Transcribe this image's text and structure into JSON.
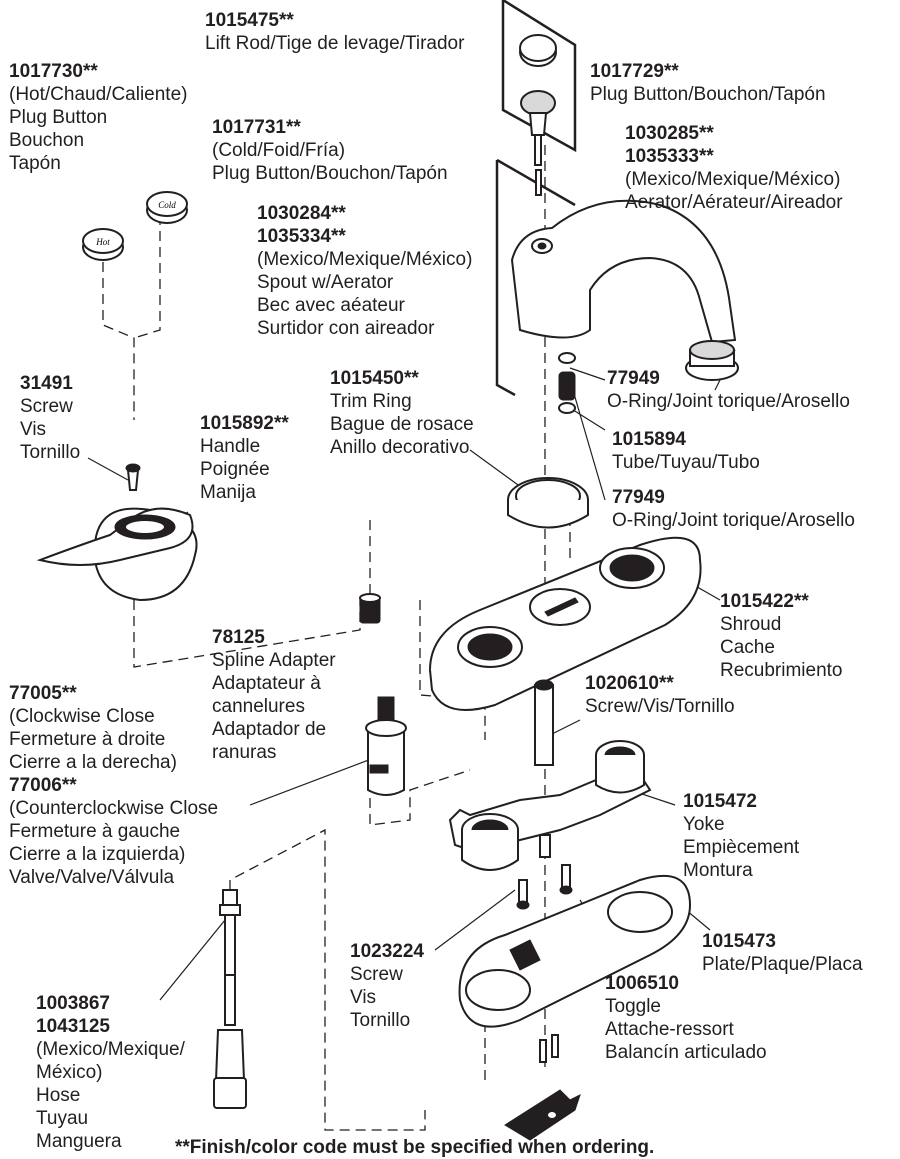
{
  "parts": [
    {
      "id": "lift-rod",
      "lines": [
        {
          "t": "1015475**",
          "b": true
        },
        {
          "t": "Lift Rod/Tige de levage/Tirador"
        }
      ]
    },
    {
      "id": "hot-plug-button",
      "lines": [
        {
          "t": "1017730**",
          "b": true
        },
        {
          "t": "(Hot/Chaud/Caliente)"
        },
        {
          "t": "Plug Button"
        },
        {
          "t": "Bouchon"
        },
        {
          "t": "Tapón"
        }
      ]
    },
    {
      "id": "cold-plug-button",
      "lines": [
        {
          "t": "1017731**",
          "b": true
        },
        {
          "t": "(Cold/Foid/Fría)"
        },
        {
          "t": "Plug Button/Bouchon/Tapón"
        }
      ]
    },
    {
      "id": "plug-button",
      "lines": [
        {
          "t": "1017729**",
          "b": true
        },
        {
          "t": "Plug Button/Bouchon/Tapón"
        }
      ]
    },
    {
      "id": "aerator",
      "lines": [
        {
          "t": "1030285**",
          "b": true
        },
        {
          "t": "1035333**",
          "b": true
        },
        {
          "t": "(Mexico/Mexique/México)"
        },
        {
          "t": "Aerator/Aérateur/Aireador"
        }
      ]
    },
    {
      "id": "spout",
      "lines": [
        {
          "t": "1030284**",
          "b": true
        },
        {
          "t": "1035334**",
          "b": true
        },
        {
          "t": "(Mexico/Mexique/México)"
        },
        {
          "t": "Spout w/Aerator"
        },
        {
          "t": "Bec avec aéateur"
        },
        {
          "t": "Surtidor con aireador"
        }
      ]
    },
    {
      "id": "screw-31491",
      "lines": [
        {
          "t": "31491",
          "b": true
        },
        {
          "t": "Screw"
        },
        {
          "t": "Vis"
        },
        {
          "t": "Tornillo"
        }
      ]
    },
    {
      "id": "handle",
      "lines": [
        {
          "t": "1015892**",
          "b": true
        },
        {
          "t": "Handle"
        },
        {
          "t": "Poignée"
        },
        {
          "t": "Manija"
        }
      ]
    },
    {
      "id": "trim-ring",
      "lines": [
        {
          "t": "1015450**",
          "b": true
        },
        {
          "t": "Trim Ring"
        },
        {
          "t": "Bague de rosace"
        },
        {
          "t": "Anillo decorativo"
        }
      ]
    },
    {
      "id": "o-ring-top",
      "lines": [
        {
          "t": "77949",
          "b": true
        },
        {
          "t": "O-Ring/Joint torique/Arosello"
        }
      ]
    },
    {
      "id": "tube",
      "lines": [
        {
          "t": "1015894",
          "b": true
        },
        {
          "t": "Tube/Tuyau/Tubo"
        }
      ]
    },
    {
      "id": "o-ring-bottom",
      "lines": [
        {
          "t": "77949",
          "b": true
        },
        {
          "t": "O-Ring/Joint torique/Arosello"
        }
      ]
    },
    {
      "id": "shroud",
      "lines": [
        {
          "t": "1015422**",
          "b": true
        },
        {
          "t": "Shroud"
        },
        {
          "t": "Cache"
        },
        {
          "t": "Recubrimiento"
        }
      ]
    },
    {
      "id": "spline-adapter",
      "lines": [
        {
          "t": "78125",
          "b": true
        },
        {
          "t": "Spline Adapter"
        },
        {
          "t": "Adaptateur à"
        },
        {
          "t": "cannelures"
        },
        {
          "t": "Adaptador de"
        },
        {
          "t": "ranuras"
        }
      ]
    },
    {
      "id": "valve",
      "lines": [
        {
          "t": "77005**",
          "b": true
        },
        {
          "t": "(Clockwise Close"
        },
        {
          "t": "Fermeture à droite"
        },
        {
          "t": "Cierre a la derecha)"
        },
        {
          "t": "77006**",
          "b": true
        },
        {
          "t": "(Counterclockwise Close"
        },
        {
          "t": "Fermeture à gauche"
        },
        {
          "t": "Cierre a la izquierda)"
        },
        {
          "t": "Valve/Valve/Válvula"
        }
      ]
    },
    {
      "id": "screw-1020610",
      "lines": [
        {
          "t": "1020610**",
          "b": true
        },
        {
          "t": "Screw/Vis/Tornillo"
        }
      ]
    },
    {
      "id": "yoke",
      "lines": [
        {
          "t": "1015472",
          "b": true
        },
        {
          "t": "Yoke"
        },
        {
          "t": "Empiècement"
        },
        {
          "t": "Montura"
        }
      ]
    },
    {
      "id": "plate",
      "lines": [
        {
          "t": "1015473",
          "b": true
        },
        {
          "t": "Plate/Plaque/Placa"
        }
      ]
    },
    {
      "id": "screw-1023224",
      "lines": [
        {
          "t": "1023224",
          "b": true
        },
        {
          "t": "Screw"
        },
        {
          "t": "Vis"
        },
        {
          "t": "Tornillo"
        }
      ]
    },
    {
      "id": "toggle",
      "lines": [
        {
          "t": "1006510",
          "b": true
        },
        {
          "t": "Toggle"
        },
        {
          "t": "Attache-ressort"
        },
        {
          "t": "Balancín articulado"
        }
      ]
    },
    {
      "id": "hose",
      "lines": [
        {
          "t": "1003867",
          "b": true
        },
        {
          "t": "1043125",
          "b": true
        },
        {
          "t": "(Mexico/Mexique/"
        },
        {
          "t": "México)"
        },
        {
          "t": "Hose"
        },
        {
          "t": "Tuyau"
        },
        {
          "t": "Manguera"
        }
      ]
    }
  ],
  "footer_note": "**Finish/color code must be specified when ordering."
}
